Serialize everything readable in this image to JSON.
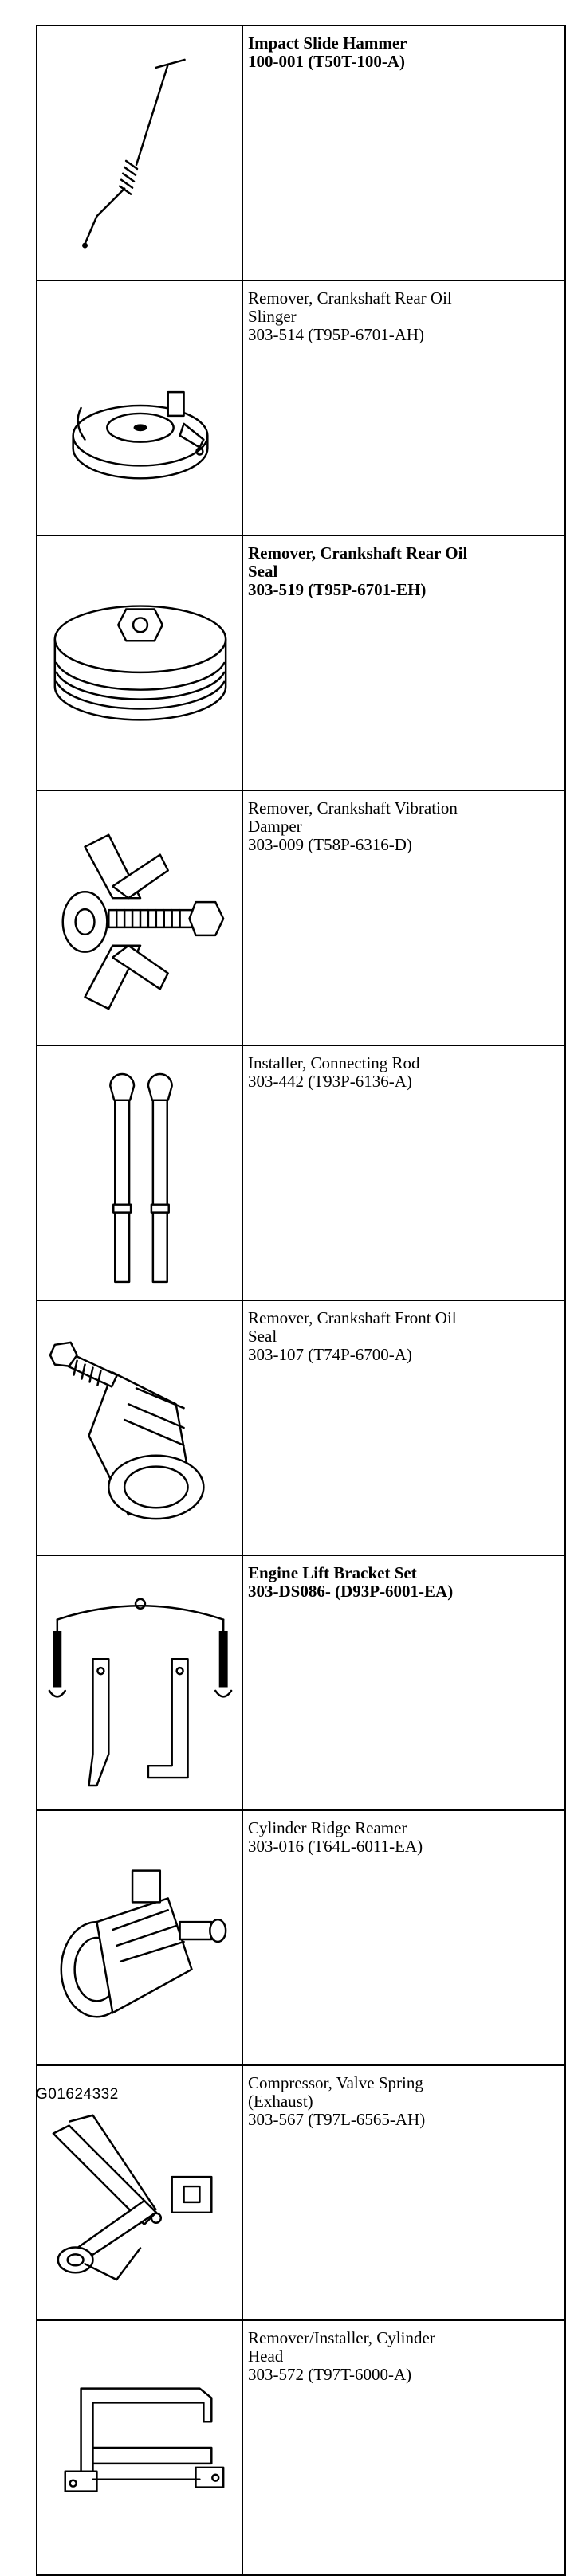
{
  "tools": [
    {
      "icon": "impact-slide-hammer-icon",
      "bold": true,
      "lines": [
        "Impact Slide Hammer",
        "100-001 (T50T-100-A)"
      ]
    },
    {
      "icon": "oil-slinger-remover-icon",
      "bold": false,
      "lines": [
        "Remover, Crankshaft Rear Oil",
        "Slinger",
        "303-514 (T95P-6701-AH)"
      ]
    },
    {
      "icon": "rear-oil-seal-remover-icon",
      "bold": true,
      "lines": [
        "Remover, Crankshaft Rear Oil",
        "Seal",
        "303-519 (T95P-6701-EH)"
      ]
    },
    {
      "icon": "vibration-damper-remover-icon",
      "bold": false,
      "lines": [
        "Remover, Crankshaft Vibration",
        "Damper",
        "303-009 (T58P-6316-D)"
      ]
    },
    {
      "icon": "connecting-rod-installer-icon",
      "bold": false,
      "lines": [
        "Installer, Connecting Rod",
        "303-442 (T93P-6136-A)"
      ]
    },
    {
      "icon": "front-oil-seal-remover-icon",
      "bold": false,
      "lines": [
        "Remover, Crankshaft Front Oil",
        "Seal",
        "303-107 (T74P-6700-A)"
      ]
    },
    {
      "icon": "engine-lift-bracket-icon",
      "bold": true,
      "lines": [
        "Engine Lift Bracket Set",
        "303-DS086- (D93P-6001-EA)"
      ]
    },
    {
      "icon": "ridge-reamer-icon",
      "bold": false,
      "lines": [
        "Cylinder Ridge Reamer",
        "303-016 (T64L-6011-EA)"
      ]
    },
    {
      "icon": "valve-spring-compressor-icon",
      "bold": false,
      "lines": [
        "Compressor, Valve Spring",
        "(Exhaust)",
        "303-567 (T97L-6565-AH)"
      ]
    },
    {
      "icon": "cylinder-head-tool-icon",
      "bold": false,
      "lines": [
        "Remover/Installer, Cylinder",
        "Head",
        "303-572 (T97T-6000-A)"
      ]
    }
  ],
  "figure_id": "G01624332"
}
